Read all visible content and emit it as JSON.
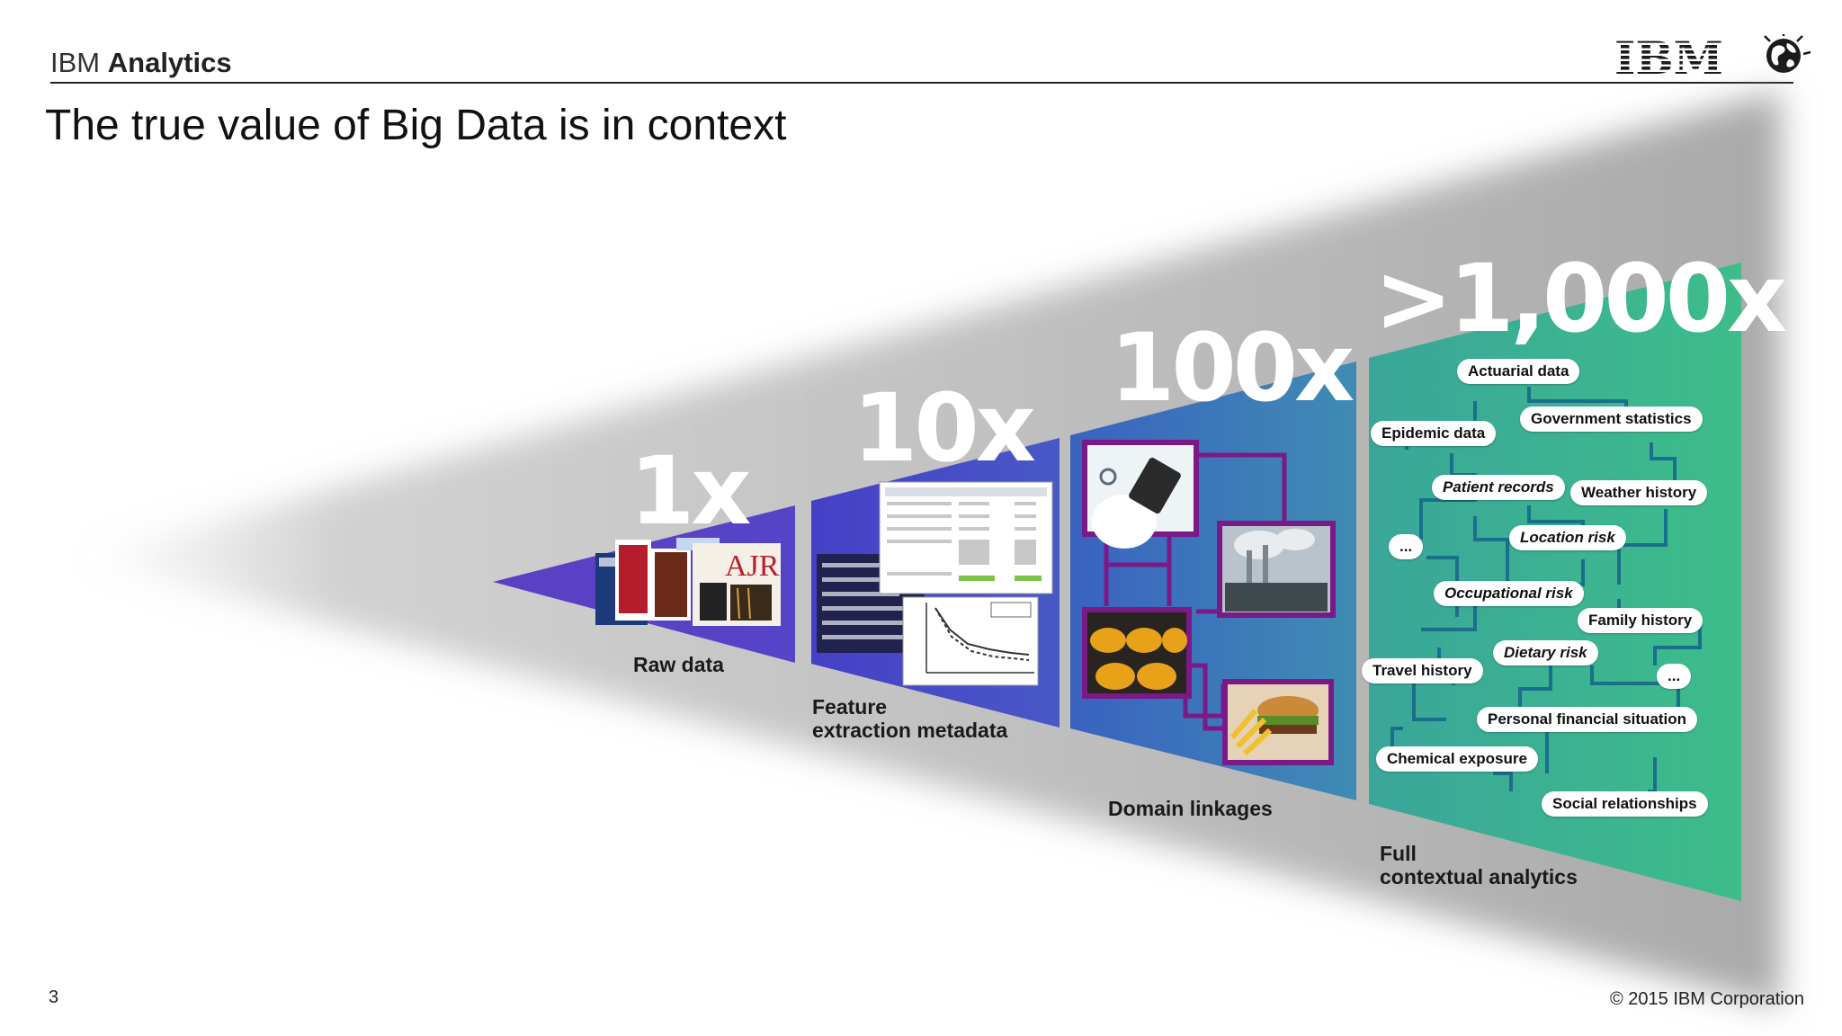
{
  "header": {
    "brand_light": "IBM",
    "brand_bold": "Analytics",
    "title": "The true value of Big Data is in context",
    "logo_text": "IBM"
  },
  "stages": [
    {
      "multiplier": "1x",
      "label_lines": [
        "Raw data"
      ],
      "color": "#5b3fc2"
    },
    {
      "multiplier": "10x",
      "label_lines": [
        "Feature",
        "extraction metadata"
      ],
      "color": "#4a48c6"
    },
    {
      "multiplier": "100x",
      "label_lines": [
        "Domain linkages"
      ],
      "color": "#3e7fb7"
    },
    {
      "multiplier": ">1,000x",
      "label_lines": [
        "Full",
        "contextual analytics"
      ],
      "color": "#3cb88e"
    }
  ],
  "context_tags": [
    {
      "text": "Actuarial data",
      "italic": false
    },
    {
      "text": "Government statistics",
      "italic": false
    },
    {
      "text": "Epidemic data",
      "italic": false
    },
    {
      "text": "Patient records",
      "italic": true
    },
    {
      "text": "Weather history",
      "italic": false
    },
    {
      "text": "...",
      "italic": false
    },
    {
      "text": "Location risk",
      "italic": true
    },
    {
      "text": "Occupational risk",
      "italic": true
    },
    {
      "text": "Family history",
      "italic": false
    },
    {
      "text": "Dietary risk",
      "italic": true
    },
    {
      "text": "Travel history",
      "italic": false
    },
    {
      "text": "...",
      "italic": false
    },
    {
      "text": "Personal financial situation",
      "italic": false
    },
    {
      "text": "Chemical exposure",
      "italic": false
    },
    {
      "text": "Social relationships",
      "italic": false
    }
  ],
  "journal_text": "AJR",
  "footer": {
    "page_number": "3",
    "copyright": "© 2015 IBM Corporation"
  },
  "colors": {
    "link_frame": "#7a1a86",
    "tree_lines": "#1a6f8a"
  }
}
